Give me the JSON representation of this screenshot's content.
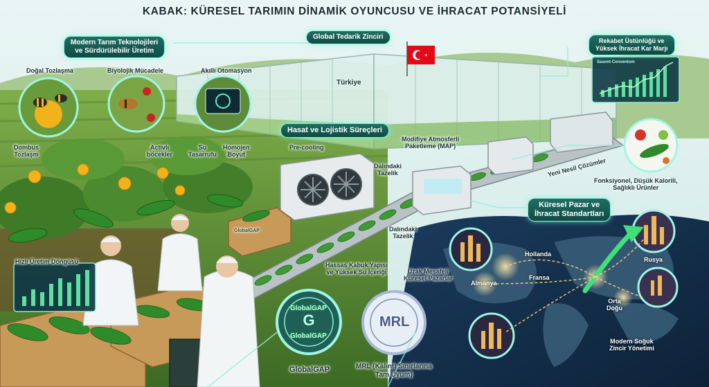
{
  "title": "KABAK: KÜRESEL TARIMIN DİNAMİK OYUNCUSU VE İHRACAT POTANSİYELİ",
  "sections": {
    "modern_tech": "Modern Tarım Teknolojileri\nve Sürdürülebilir Üretim",
    "supply_chain": "Global Tedarik Zinciri",
    "competitive": "Rekabet Üstünlüğü ve\nYüksek İhracat Kar Marjı",
    "harvest": "Hasat ve Lojistik Süreçleri",
    "global_market": "Küresel Pazar ve\nİhracat Standartları"
  },
  "labels": {
    "natural_pollination": "Doğal Tozlaşma",
    "biological_control": "Biyolojik Mücadele",
    "smart_automation": "Akıllı Otomasyon",
    "bumblebee": "Dombus\nTozlaşm",
    "active_insects": "Activlı\nböcekler",
    "water_saving": "Su\nTasarrufu",
    "homogeneous": "Homojen\nBoyut",
    "turkiye": "Türkiye",
    "precooling": "Pre-cooling",
    "map": "Modifiye Atmosferli\nPaketleme (MAP)",
    "branch_fresh_1": "Dalındaki\nTazelik",
    "branch_fresh_2": "Dalındaki\nTazelik",
    "new_gen": "Yeni Nesil Çözümler",
    "functional": "Fonksiyonel, Düşük Kalorili,\nSağlıklı Ürünler",
    "fast_cycle": "Hızlı Üretim Döngüsü",
    "delicate_skin": "Hassas Kabuk Yapısı\nve Yüksek Su İçeriği",
    "distant_markets": "Uzak Mesafeli\nKüresel Pazarlar",
    "holland": "Hollanda",
    "russia": "Rusya",
    "germany": "Almanya",
    "france": "Fransa",
    "middle_east": "Orta\nDoğu",
    "cold_chain": "Modern Soğuk\nZincir Yönetimi",
    "globalgap_caption": "GlobalGAP",
    "mrl_caption": "MRL (Kalıntı Sınırlarına\nTam Uyum)",
    "chart_caption": "Sasont Conventom",
    "crate_brand": "GlobalGAP"
  },
  "badges": {
    "globalgap_top": "GlobalGAP",
    "globalgap_bottom": "GlobalGAP",
    "mrl": "MRL"
  },
  "colors": {
    "accent": "#8ff0d8",
    "pill": "#1f6f63",
    "zucchini": "#2f8a2a",
    "flower": "#f2b21b",
    "flag": "#e30a17"
  },
  "icons": [
    "bee-icon",
    "ladybug-icon",
    "tablet-icon",
    "fan-icon",
    "flag-icon",
    "globe-arrow-icon"
  ]
}
